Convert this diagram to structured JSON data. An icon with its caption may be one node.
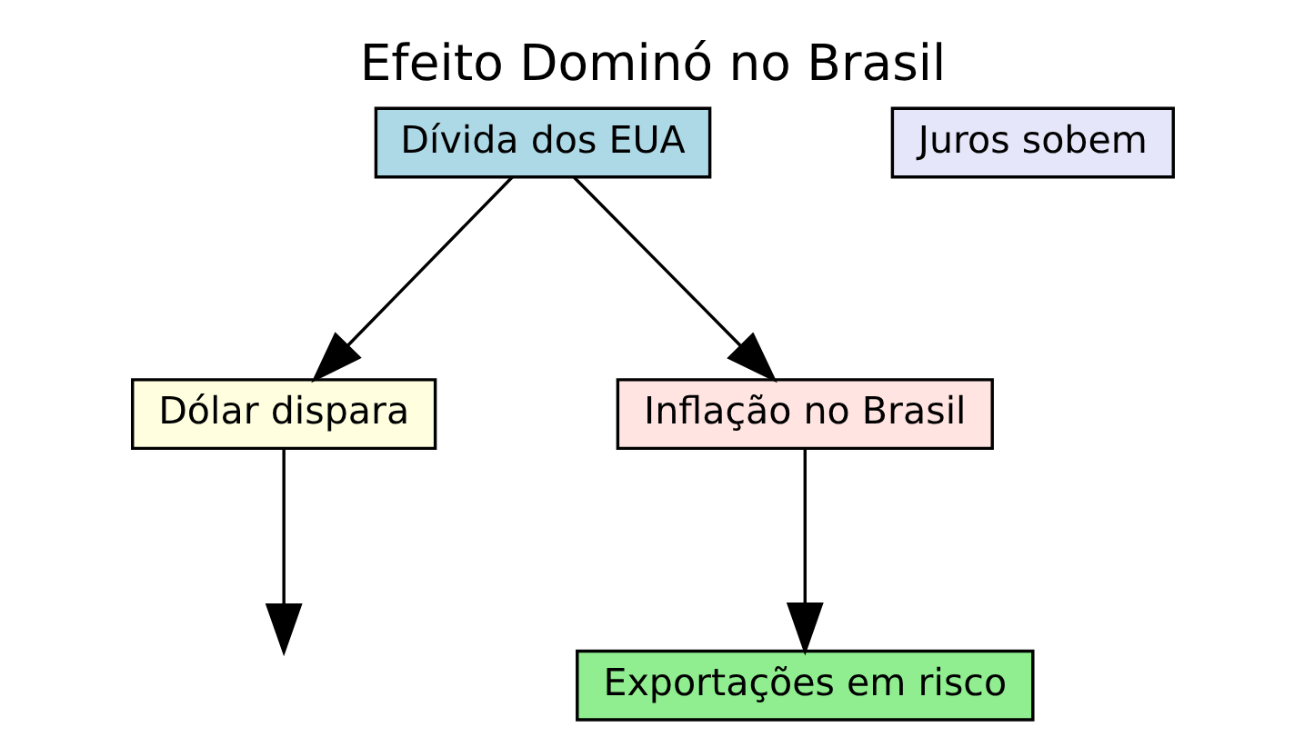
{
  "diagram": {
    "title": "Efeito Dominó no Brasil",
    "nodes": [
      {
        "text": [
          "Dívida dos EUA"
        ]
      },
      {
        "text": [
          "Dólar dispara"
        ]
      },
      {
        "text": [
          "Juros sobem"
        ]
      },
      {
        "text": [
          "Inflação no Brasil"
        ]
      },
      {
        "text": [
          "Exportações em risco"
        ]
      }
    ],
    "edges": [
      {
        "from": 0,
        "to": 1,
        "arrow": "to"
      },
      {
        "from": 0,
        "to": 3,
        "arrow": "to"
      },
      {
        "from": 1,
        "to": null,
        "arrow": "to"
      },
      {
        "from": 3,
        "to": 4,
        "arrow": "to"
      }
    ]
  }
}
